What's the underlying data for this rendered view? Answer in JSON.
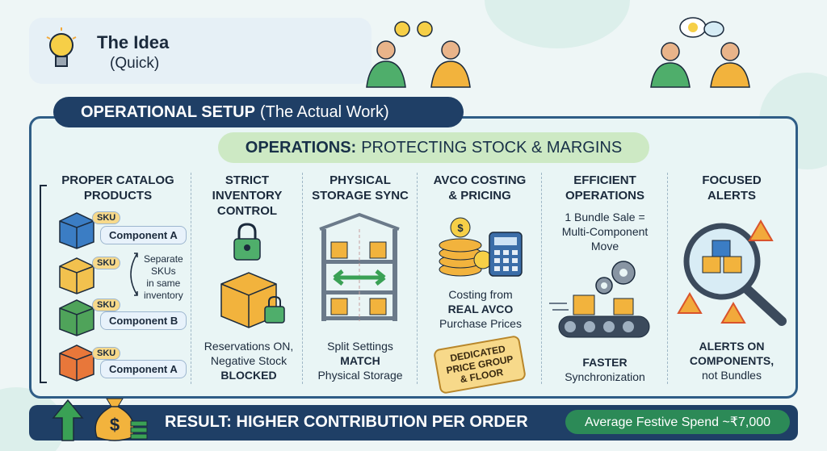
{
  "header": {
    "title": "The Idea",
    "subtitle": "(Quick)"
  },
  "setup": {
    "bold": "OPERATIONAL SETUP",
    "rest": "(The Actual Work)"
  },
  "operations": {
    "bold": "OPERATIONS:",
    "rest": "PROTECTING STOCK & MARGINS"
  },
  "columns": [
    {
      "title_line1": "PROPER CATALOG",
      "title_line2": "PRODUCTS",
      "sku_tag": "SKU",
      "components": [
        "Component A",
        "Component B",
        "Component A"
      ],
      "note_line1": "Separate",
      "note_line2": "SKUs",
      "note_line3": "in same",
      "note_line4": "inventory"
    },
    {
      "title_line1": "STRICT",
      "title_line2": "INVENTORY",
      "title_line3": "CONTROL",
      "text_line1": "Reservations ON,",
      "text_line2": "Negative Stock",
      "text_line3": "BLOCKED"
    },
    {
      "title_line1": "PHYSICAL",
      "title_line2": "STORAGE SYNC",
      "text_line1": "Split Settings",
      "text_line2": "MATCH",
      "text_line3": "Physical Storage"
    },
    {
      "title_line1": "AVCO COSTING",
      "title_line2": "& PRICING",
      "text_line1": "Costing from",
      "text_line2": "REAL AVCO",
      "text_line3": "Purchase Prices",
      "tag_line1": "DEDICATED",
      "tag_line2": "PRICE GROUP",
      "tag_line3": "& FLOOR"
    },
    {
      "title_line1": "EFFICIENT",
      "title_line2": "OPERATIONS",
      "top_line1": "1 Bundle Sale =",
      "top_line2": "Multi-Component",
      "top_line3": "Move",
      "text_line1": "FASTER",
      "text_line2": "Synchronization"
    },
    {
      "title_line1": "FOCUSED",
      "title_line2": "ALERTS",
      "text_line1": "ALERTS ON",
      "text_line2": "COMPONENTS,",
      "text_line3": "not Bundles"
    }
  ],
  "result": {
    "text": "RESULT: HIGHER CONTRIBUTION PER ORDER",
    "average": "Average Festive Spend ~₹7,000"
  },
  "colors": {
    "navy": "#1f3f66",
    "green_pill": "#cde9c4",
    "result_green": "#2c8a57",
    "box_blue": "#3b7dc4",
    "box_yellow": "#f2c14e",
    "box_green": "#4fa35a",
    "box_orange": "#e8773a"
  }
}
